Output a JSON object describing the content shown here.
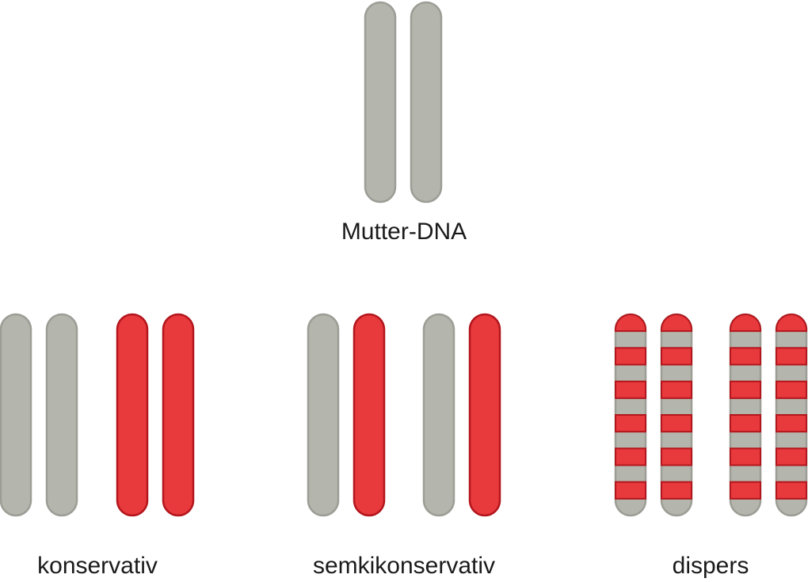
{
  "colors": {
    "parent_fill": "#b4b6ad",
    "parent_stroke": "#9c9e96",
    "new_fill": "#e8393d",
    "new_stroke": "#b3161c"
  },
  "parent": {
    "label": "Mutter-DNA",
    "strands": [
      "old",
      "old"
    ]
  },
  "models": [
    {
      "id": "konservativ",
      "label": "konservativ",
      "pairs": [
        [
          "old",
          "old"
        ],
        [
          "new",
          "new"
        ]
      ]
    },
    {
      "id": "semikonservativ",
      "label": "semkikonservativ",
      "pairs": [
        [
          "old",
          "new"
        ],
        [
          "old",
          "new"
        ]
      ]
    },
    {
      "id": "dispers",
      "label": "dispers",
      "pairs": [
        [
          "mixed",
          "mixed"
        ],
        [
          "mixed",
          "mixed"
        ]
      ],
      "segments": [
        "new",
        "old",
        "new",
        "old",
        "new",
        "old",
        "new",
        "old",
        "new",
        "old",
        "new",
        "old"
      ]
    }
  ]
}
